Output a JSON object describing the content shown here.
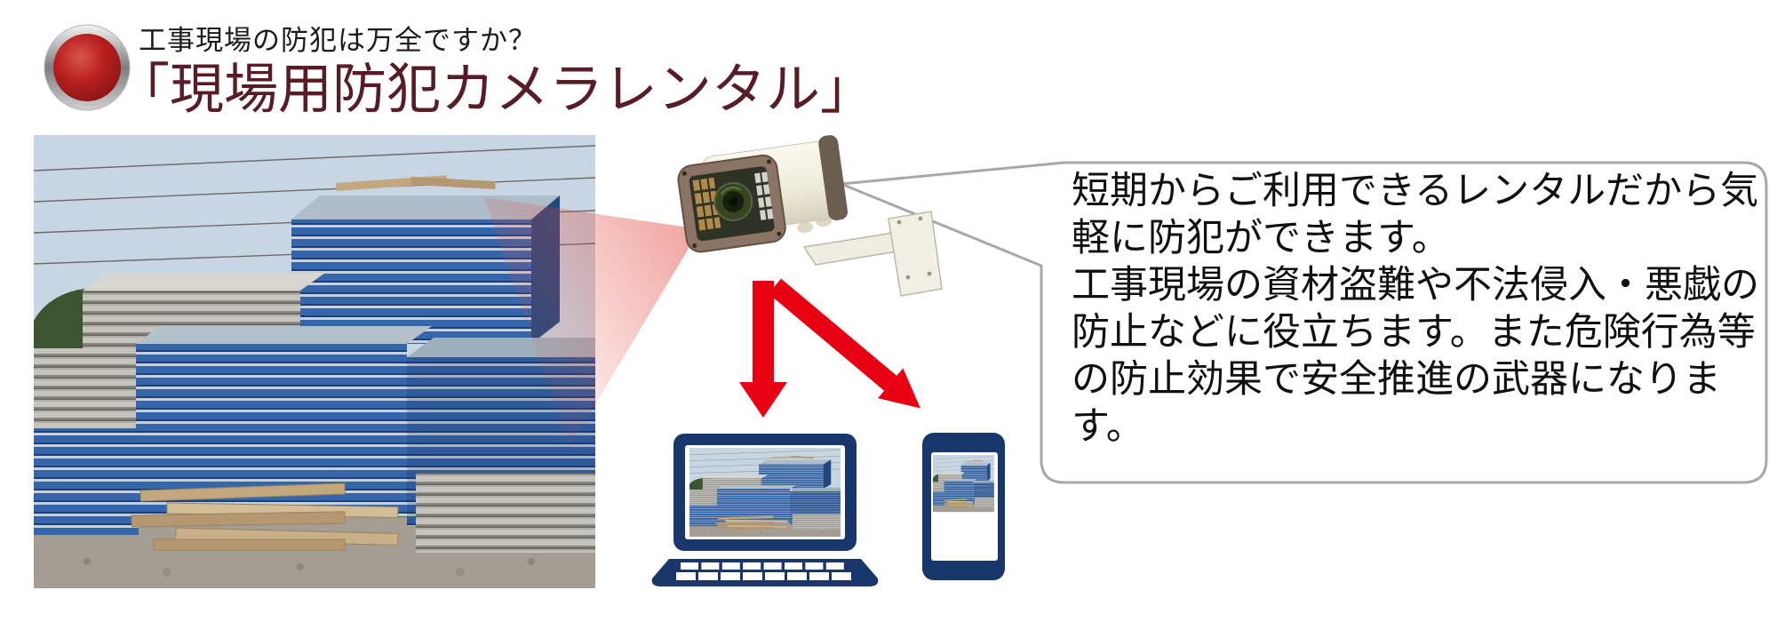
{
  "header": {
    "lamp_icon": "red-security-lamp-icon",
    "tagline": "工事現場の防犯は万全ですか？",
    "title": "「現場用防犯カメラレンタル」",
    "title_color": "#571c26",
    "tagline_color": "#1b1b1b"
  },
  "callout": {
    "p1": "短期からご利用できるレンタルだから気軽に防犯ができます。",
    "p2": "工事現場の資材盗難や不法侵入・悪戯の防止などに役立ちます。また危険行為等の防止効果で安全推進の武器になります。",
    "border_color": "#a8a8a8",
    "background": "#ffffff"
  },
  "illustration": {
    "photo": "construction-site-scaffolding-photo",
    "camera": "bullet-security-camera",
    "beam_color": "#e8594a",
    "arrow_color": "#e60012",
    "device_color": "#1a376b",
    "devices": [
      {
        "name": "laptop",
        "screen": "site-photo-thumbnail"
      },
      {
        "name": "smartphone",
        "screen": "site-photo-thumbnail"
      }
    ]
  }
}
